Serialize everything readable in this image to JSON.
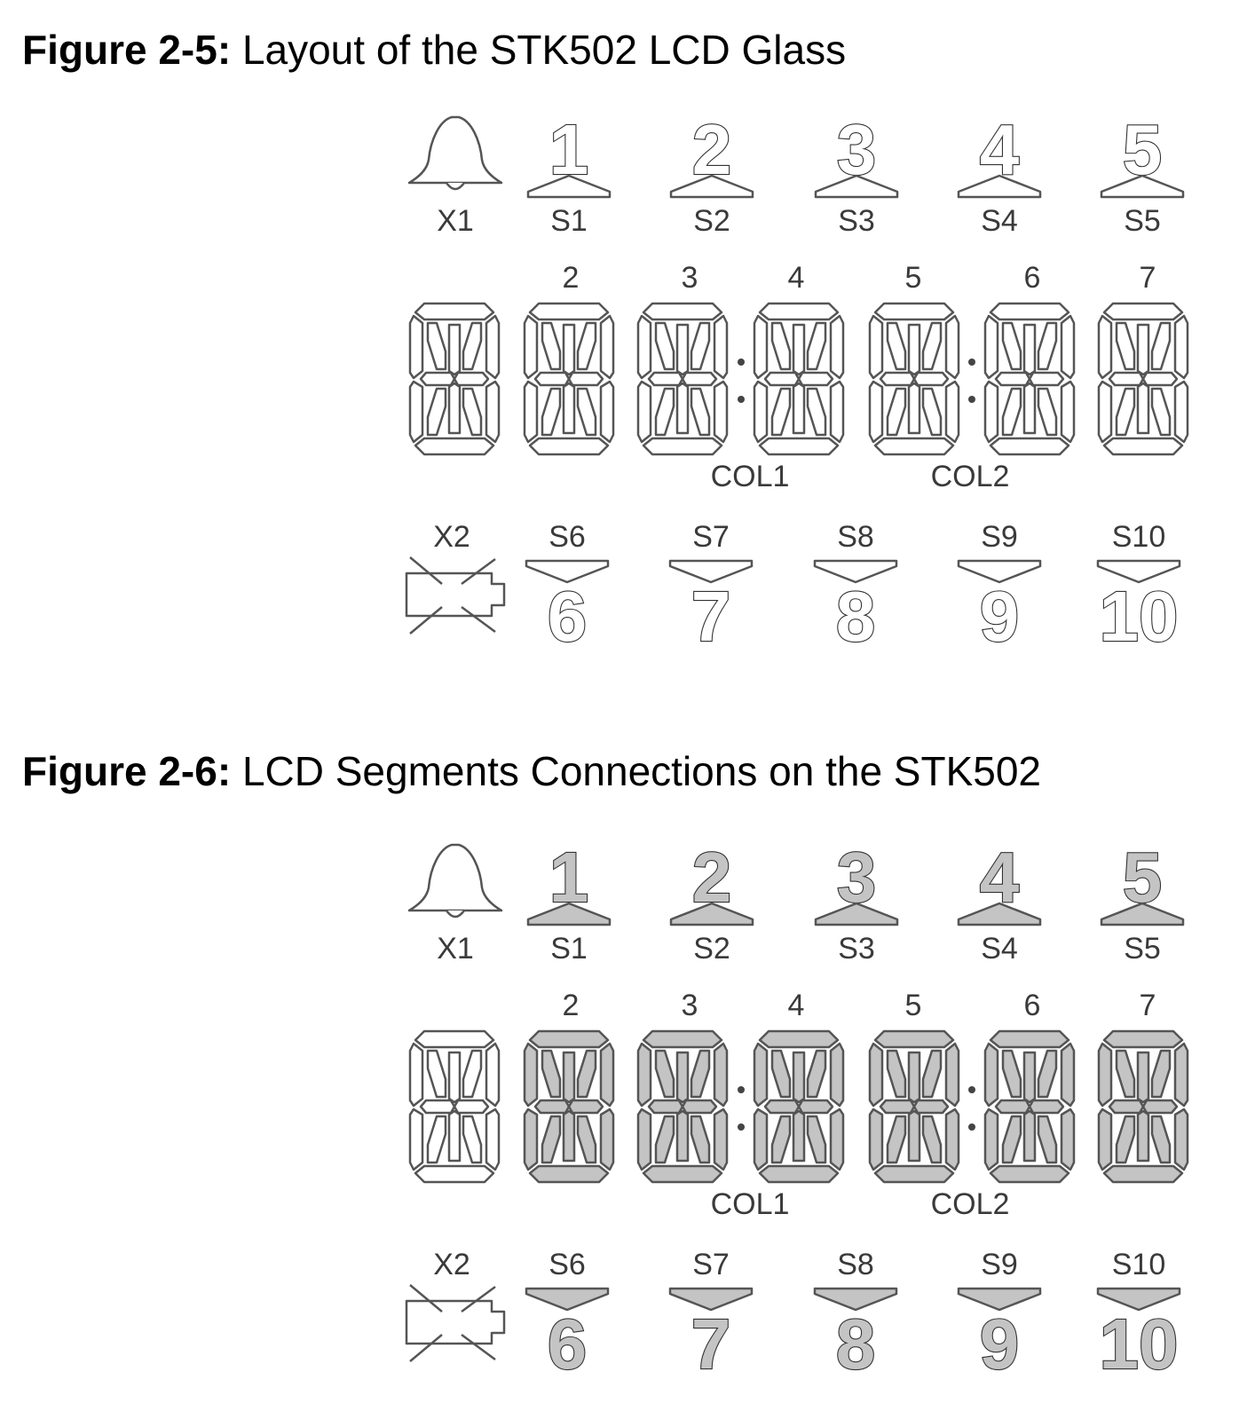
{
  "figures": [
    {
      "number": "Figure 2-5:",
      "title": "Layout of the STK502 LCD Glass",
      "fill": "#ffffff",
      "top_icons": {
        "bell_label": "X1",
        "digits": [
          "1",
          "2",
          "3",
          "4",
          "5"
        ],
        "labels": [
          "S1",
          "S2",
          "S3",
          "S4",
          "S5"
        ]
      },
      "digit_numbers": [
        "2",
        "3",
        "4",
        "5",
        "6",
        "7"
      ],
      "colon_labels": [
        "COL1",
        "COL2"
      ],
      "bottom_icons": {
        "battery_label": "X2",
        "digits": [
          "6",
          "7",
          "8",
          "9",
          "10"
        ],
        "labels": [
          "S6",
          "S7",
          "S8",
          "S9",
          "S10"
        ]
      }
    },
    {
      "number": "Figure 2-6:",
      "title": "LCD Segments Connections on the STK502",
      "fill": "#c4c4c4",
      "top_icons": {
        "bell_label": "X1",
        "digits": [
          "1",
          "2",
          "3",
          "4",
          "5"
        ],
        "labels": [
          "S1",
          "S2",
          "S3",
          "S4",
          "S5"
        ]
      },
      "digit_numbers": [
        "2",
        "3",
        "4",
        "5",
        "6",
        "7"
      ],
      "colon_labels": [
        "COL1",
        "COL2"
      ],
      "bottom_icons": {
        "battery_label": "X2",
        "digits": [
          "6",
          "7",
          "8",
          "9",
          "10"
        ],
        "labels": [
          "S6",
          "S7",
          "S8",
          "S9",
          "S10"
        ]
      }
    }
  ]
}
